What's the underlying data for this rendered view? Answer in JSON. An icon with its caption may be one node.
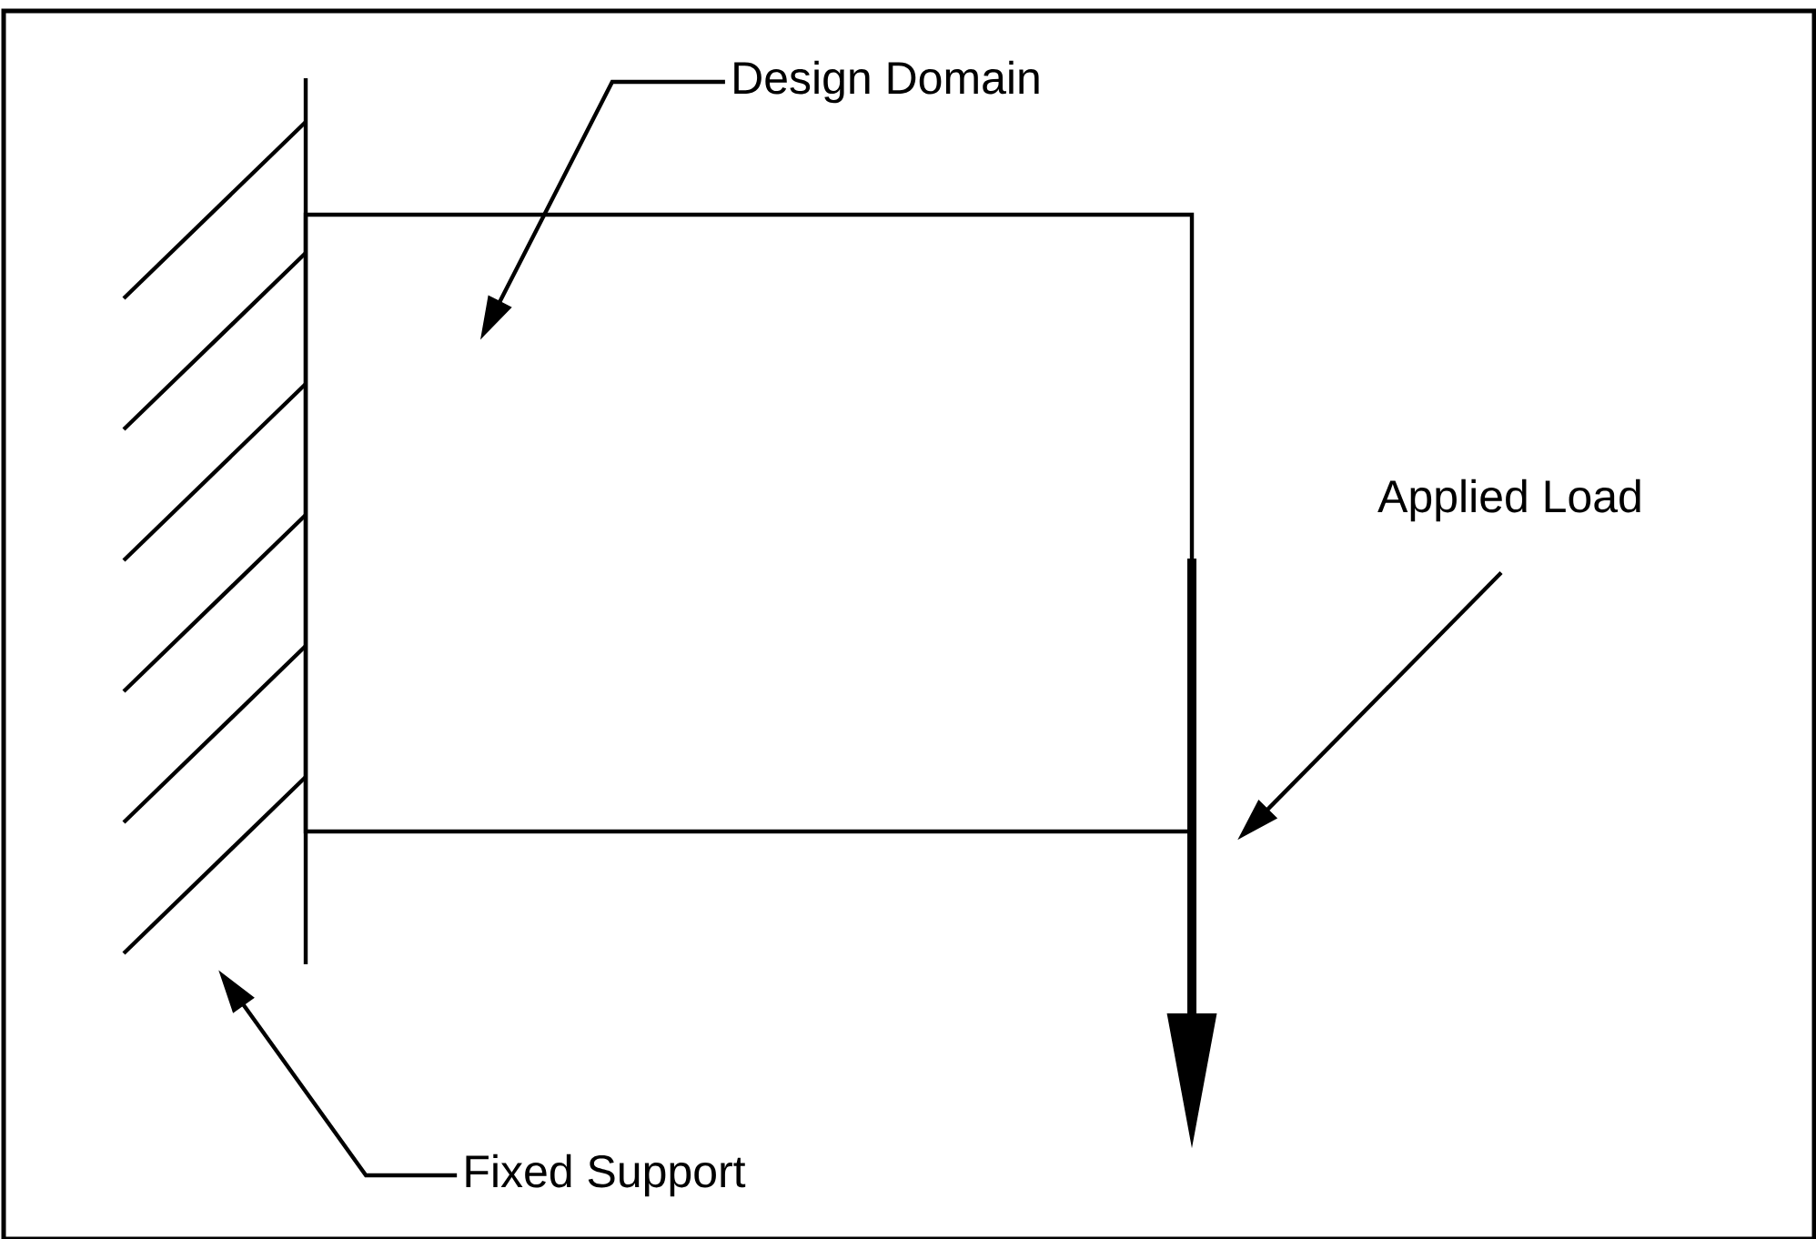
{
  "diagram": {
    "nodes": [
      {
        "text": [
          "Design Domain"
        ]
      },
      {
        "text": [],
        "shape": "box"
      },
      {
        "text": [
          "Applied Load"
        ]
      },
      {
        "text": [
          "Fixed Support"
        ]
      },
      {
        "text": [],
        "shape": "picture"
      }
    ],
    "edges": [
      {
        "from": 0,
        "to": 1,
        "arrow": "to"
      },
      {
        "from": 2,
        "to": null,
        "arrow": "to"
      },
      {
        "from": 3,
        "to": 4,
        "arrow": "to"
      }
    ]
  }
}
